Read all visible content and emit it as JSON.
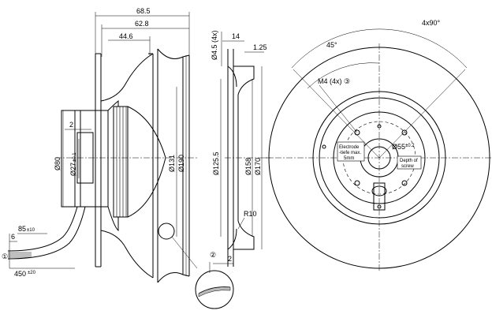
{
  "side_view": {
    "dim_685": "68.5",
    "dim_628": "62.8",
    "dim_446": "44.6",
    "dim_2": "2",
    "dim_d80": "Ø80",
    "dim_d27": "Ø27",
    "dim_d27_tol": "±0.1",
    "dim_d131": "Ø131",
    "dim_d190": "Ø190",
    "dim_85": "85",
    "dim_85_tol": "±10",
    "dim_6": "6",
    "dim_450": "450",
    "dim_450_tol": "±20",
    "note_1": "①"
  },
  "section_view": {
    "dim_d45": "Ø4.5 (4x)",
    "dim_14": "14",
    "dim_125": "1.25",
    "dim_d1255": "Ø125.5",
    "dim_d158": "Ø158",
    "dim_d170": "Ø170",
    "dim_r10": "R10",
    "note_2": "②",
    "dim_2": "2"
  },
  "front_view": {
    "dim_4x90": "4x90°",
    "dim_45": "45°",
    "label_m4": "M4 (4x) ③",
    "label_d55": "Ø55",
    "label_d55_tol": "±0.2",
    "label_electrode_1": "Electrode",
    "label_electrode_2": "-tiefe max.",
    "label_electrode_3": "5mm",
    "label_depth_1": "Depth of",
    "label_depth_2": "screw"
  }
}
